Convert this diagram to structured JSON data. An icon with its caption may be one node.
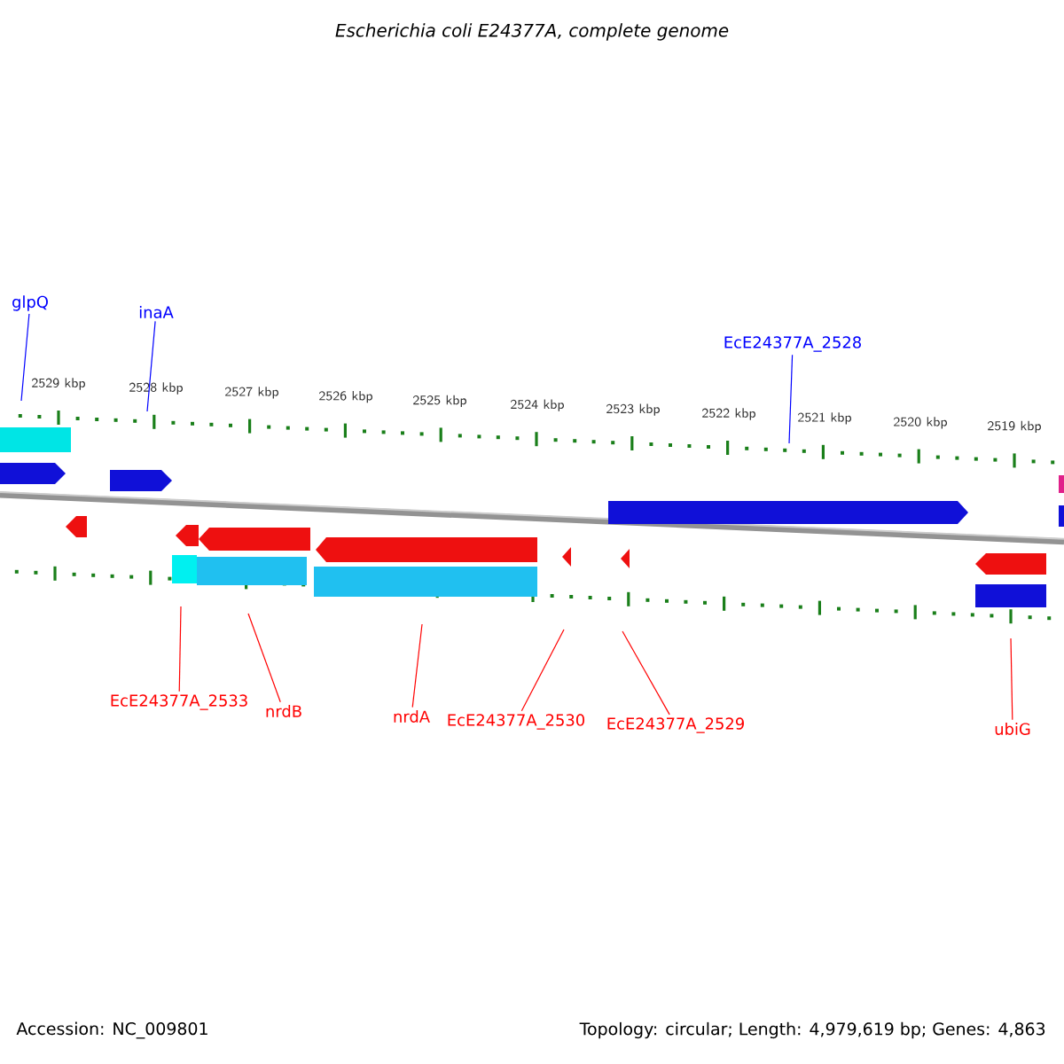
{
  "diagram": {
    "title": "Escherichia coli E24377A, complete genome",
    "nodes": [
      {
        "text": [
          "glpQ"
        ]
      },
      {
        "text": [
          "inaA"
        ]
      },
      {
        "text": [
          "EcE24377A_2528"
        ]
      },
      {
        "text": [
          "EcE24377A_2533"
        ]
      },
      {
        "text": [
          "nrdB"
        ]
      },
      {
        "text": [
          "nrdA"
        ]
      },
      {
        "text": [
          "EcE24377A_2530"
        ]
      },
      {
        "text": [
          "EcE24377A_2529"
        ]
      },
      {
        "text": [
          "ubiG"
        ]
      }
    ],
    "edges": [
      {
        "from": 0,
        "to": null,
        "arrow": "none",
        "color": "#0000ff"
      },
      {
        "from": 1,
        "to": null,
        "arrow": "none",
        "color": "#0000ff"
      },
      {
        "from": 2,
        "to": null,
        "arrow": "none",
        "color": "#0000ff"
      },
      {
        "from": 3,
        "to": null,
        "arrow": "none"
      },
      {
        "from": 4,
        "to": null,
        "arrow": "none"
      },
      {
        "from": 5,
        "to": null,
        "arrow": "none"
      },
      {
        "from": 6,
        "to": null,
        "arrow": "none"
      },
      {
        "from": 7,
        "to": null,
        "arrow": "none"
      },
      {
        "from": 8,
        "to": null,
        "arrow": "none"
      }
    ],
    "labels": [
      "2529 kbp",
      "2528 kbp",
      "2527 kbp",
      "2526 kbp",
      "2525 kbp",
      "2524 kbp",
      "2523 kbp",
      "2522 kbp",
      "2521 kbp",
      "2520 kbp",
      "2519 kbp",
      "Accession: NC_009801",
      "Topology: circular; Length: 4,979,619 bp; Genes: 4,863"
    ]
  }
}
